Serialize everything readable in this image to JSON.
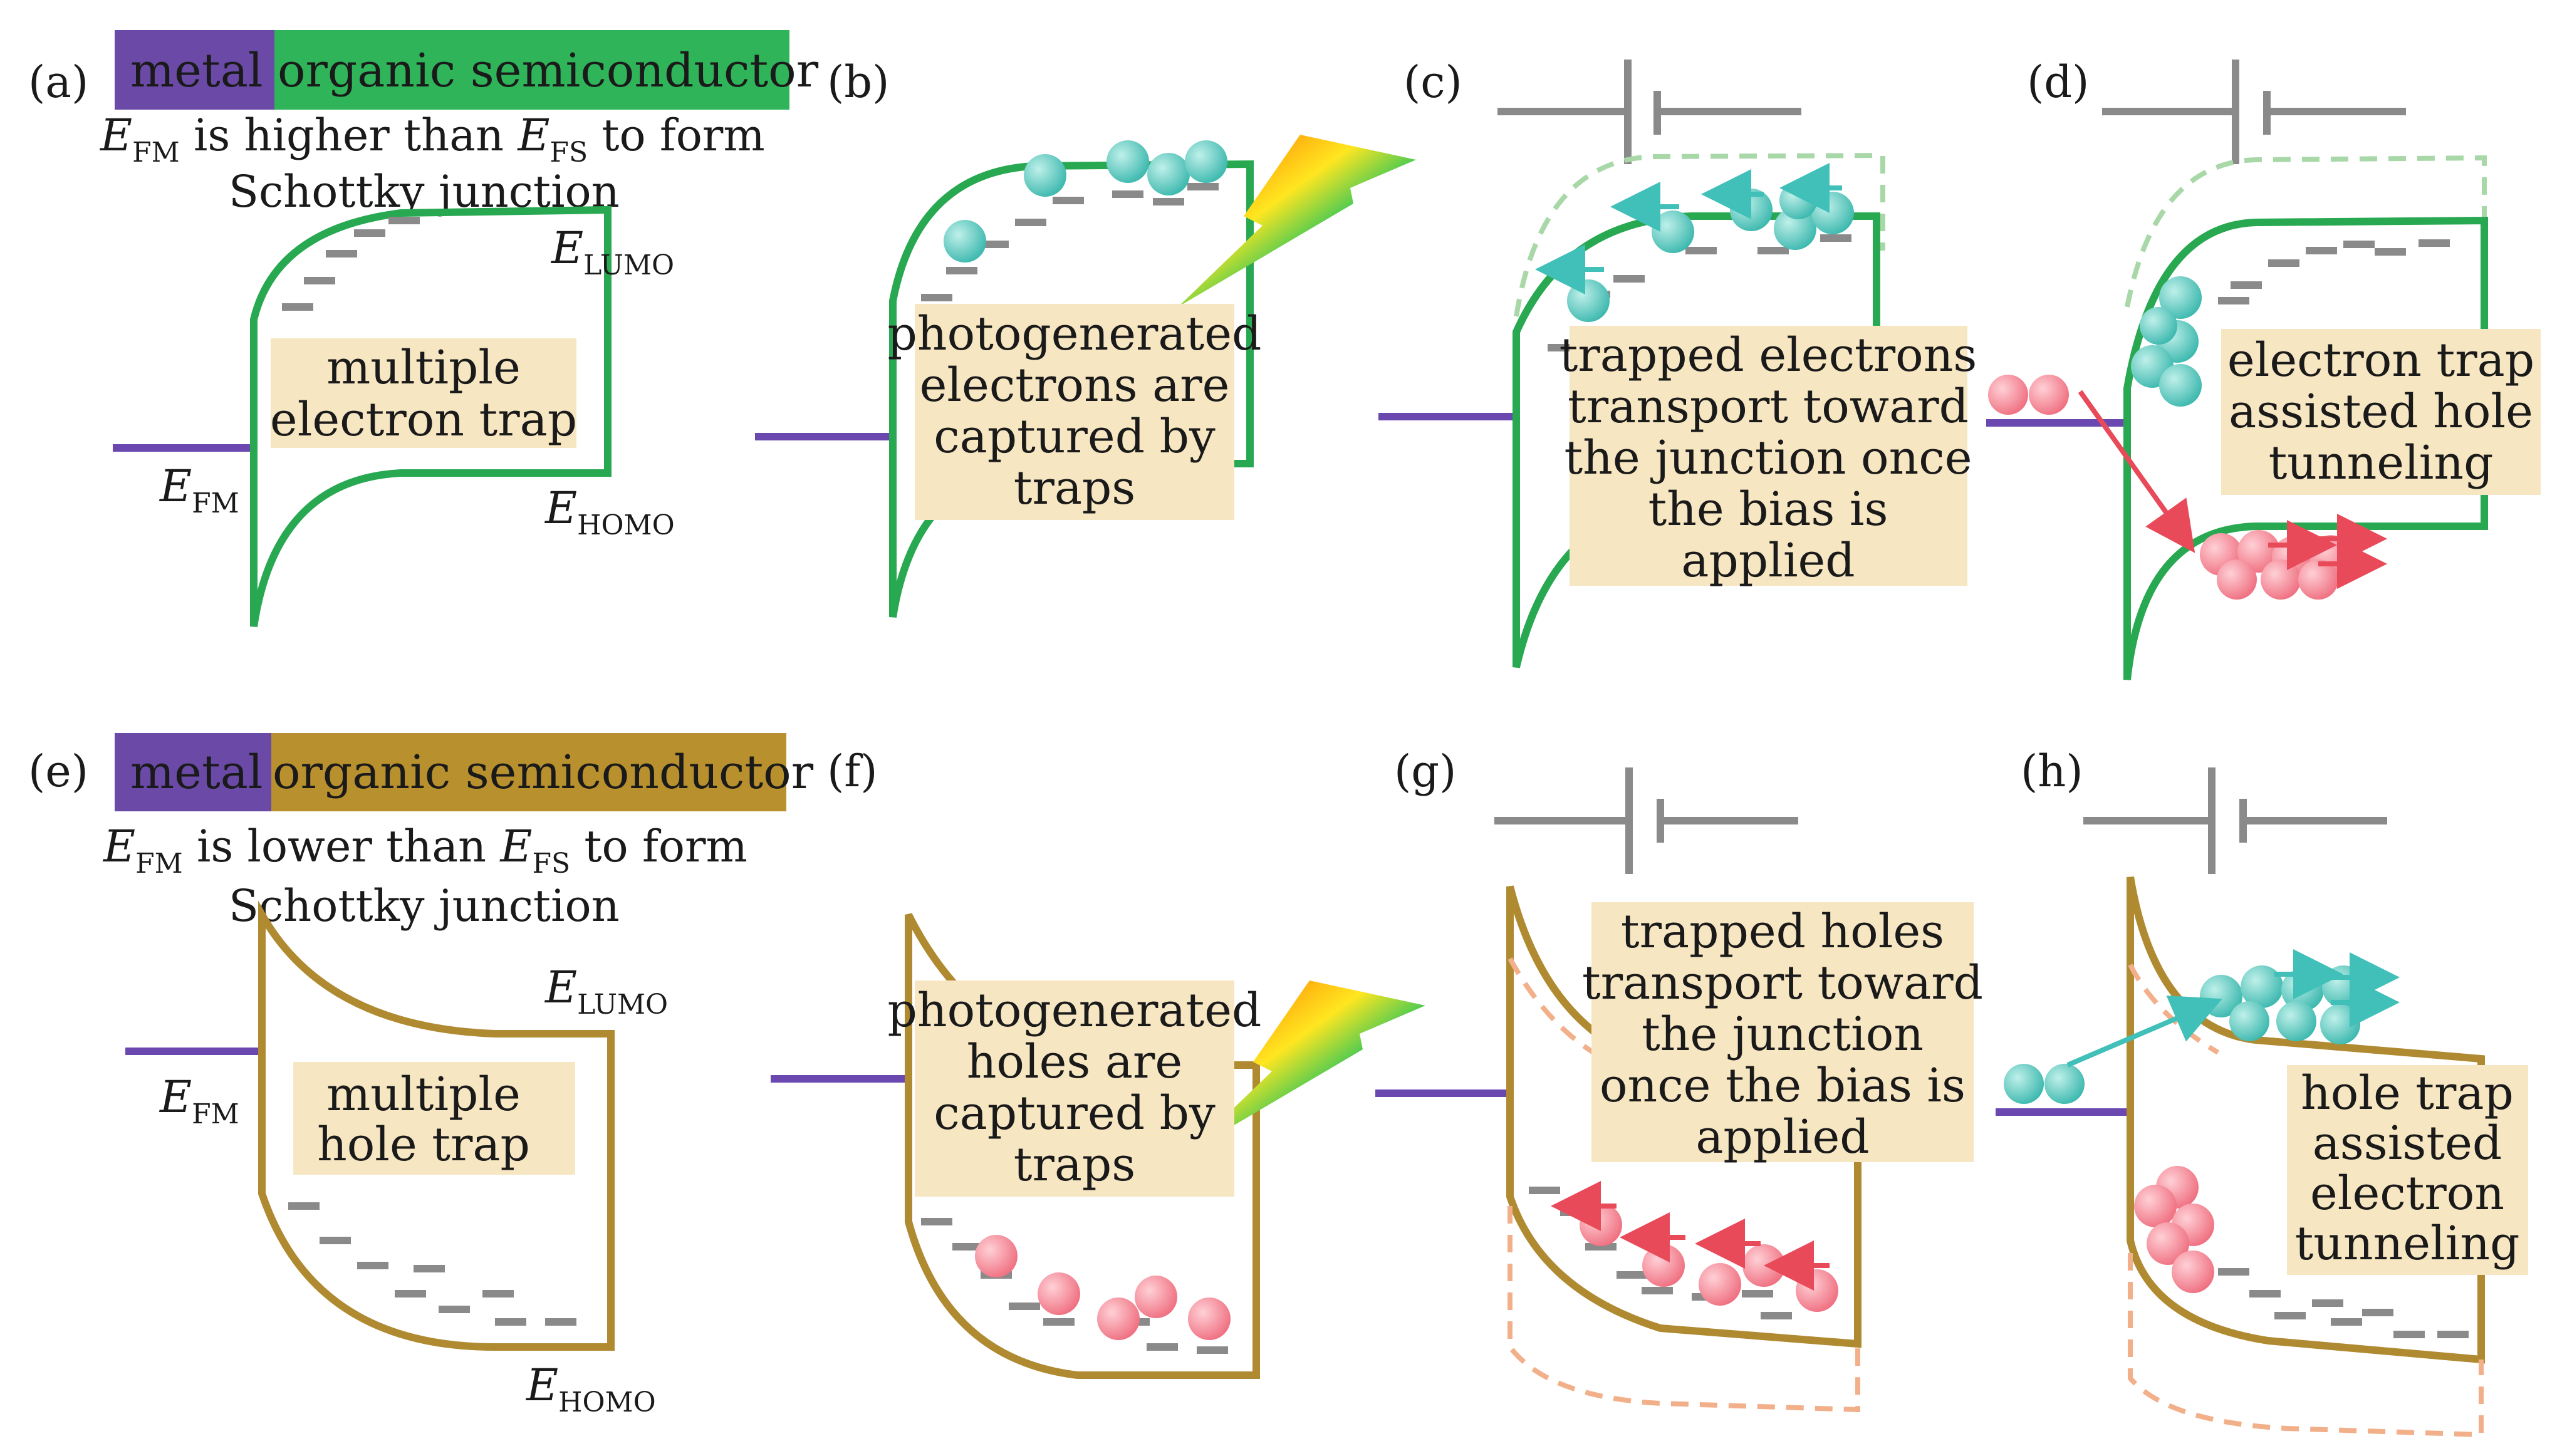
{
  "colors": {
    "metal": "#6a4aa6",
    "organic_top": "#2fb45a",
    "organic_bottom": "#b8902e",
    "band_top": "#28a850",
    "band_bottom": "#b08a30",
    "dashed_top": "#a8d8a8",
    "dashed_bottom": "#f2b08a",
    "fermi": "#6a48b0",
    "electron": "#5cc8c0",
    "hole": "#f28a96",
    "text_box": "#f7e6c2",
    "trap": "#8a8a8a",
    "battery": "#8a8a8a",
    "arrow_teal": "#40c0b8",
    "arrow_red": "#e84a5a"
  },
  "top": {
    "metal_label": "metal",
    "semiconductor_label": "organic semiconductor",
    "panel_a": "(a)",
    "panel_b": "(b)",
    "panel_c": "(c)",
    "panel_d": "(d)",
    "condition": {
      "e": "E",
      "sub_fm": "FM",
      "mid": " is higher than ",
      "e2": "E",
      "sub_fs": "FS",
      "tail": " to form"
    },
    "junction": "Schottky junction",
    "lumo": {
      "e": "E",
      "sub": "LUMO"
    },
    "homo": {
      "e": "E",
      "sub": "HOMO"
    },
    "efm": {
      "e": "E",
      "sub": "FM"
    },
    "box_a": [
      "multiple",
      "electron trap"
    ],
    "box_b": [
      "photogenerated",
      "electrons are",
      "captured by",
      "traps"
    ],
    "box_c": [
      "trapped electrons",
      "transport toward",
      "the junction once",
      "the bias is",
      "applied"
    ],
    "box_d": [
      "electron trap",
      "assisted hole",
      "tunneling"
    ]
  },
  "bottom": {
    "metal_label": "metal",
    "semiconductor_label": "organic semiconductor",
    "panel_e": "(e)",
    "panel_f": "(f)",
    "panel_g": "(g)",
    "panel_h": "(h)",
    "condition": {
      "e": "E",
      "sub_fm": "FM",
      "mid": " is lower than ",
      "e2": "E",
      "sub_fs": "FS",
      "tail": " to form"
    },
    "junction": "Schottky junction",
    "lumo": {
      "e": "E",
      "sub": "LUMO"
    },
    "homo": {
      "e": "E",
      "sub": "HOMO"
    },
    "efm": {
      "e": "E",
      "sub": "FM"
    },
    "box_e": [
      "multiple",
      "hole trap"
    ],
    "box_f": [
      "photogenerated",
      "holes are",
      "captured by",
      "traps"
    ],
    "box_g": [
      "trapped holes",
      "transport toward",
      "the junction",
      "once the bias is",
      "applied"
    ],
    "box_h": [
      "hole trap",
      "assisted",
      "electron",
      "tunneling"
    ]
  }
}
